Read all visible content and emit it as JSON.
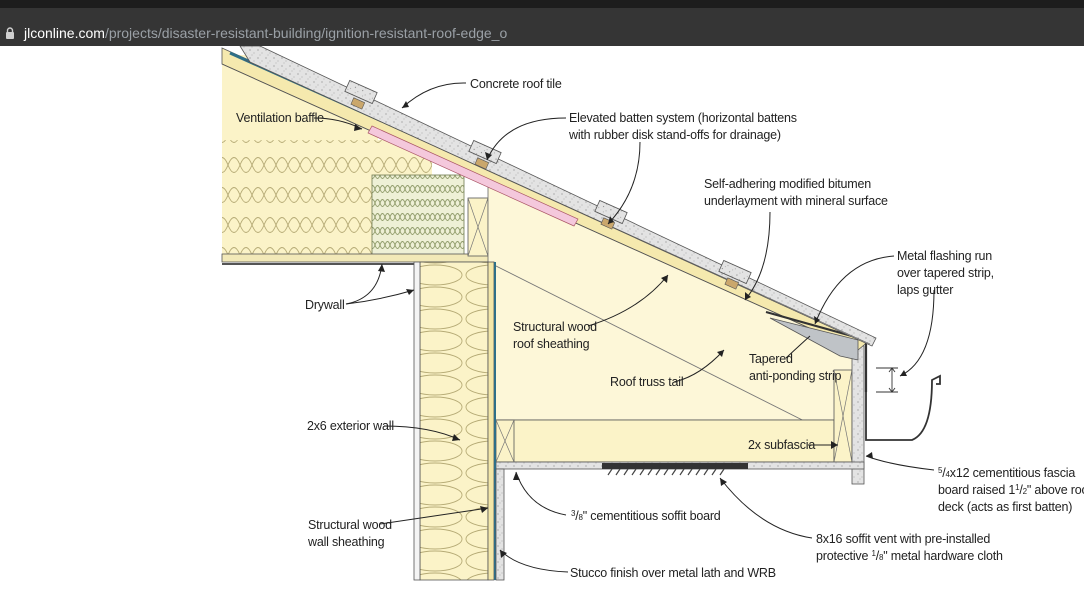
{
  "browser": {
    "url_host": "jlconline.com",
    "url_path": "/projects/disaster-resistant-building/ignition-resistant-roof-edge_o",
    "lock_icon": "lock-icon"
  },
  "diagram": {
    "labels": {
      "concrete_roof_tile": "Concrete roof tile",
      "ventilation_baffle": "Ventilation baffle",
      "elevated_batten_1": "Elevated batten system (horizontal battens",
      "elevated_batten_2": "with rubber disk stand-offs for drainage)",
      "underlayment_1": "Self-adhering modified bitumen",
      "underlayment_2": "underlayment with mineral surface",
      "metal_flashing_1": "Metal flashing run",
      "metal_flashing_2": "over tapered strip,",
      "metal_flashing_3": "laps gutter",
      "drywall": "Drywall",
      "roof_sheathing_1": "Structural wood",
      "roof_sheathing_2": "roof sheathing",
      "tapered_1": "Tapered",
      "tapered_2": "anti-ponding strip",
      "roof_truss_tail": "Roof truss tail",
      "exterior_wall": "2x6 exterior wall",
      "subfascia": "2x subfascia",
      "fascia_1_num": "5",
      "fascia_1_den": "4",
      "fascia_1_rest": "x12 cementitious fascia",
      "fascia_2_a": "board raised 1",
      "fascia_2_num": "1",
      "fascia_2_den": "2",
      "fascia_2_b": "\" above roof",
      "fascia_3": "deck (acts as first batten)",
      "soffit_board_num": "3",
      "soffit_board_den": "8",
      "soffit_board_rest": "\" cementitious soffit board",
      "wall_sheathing_1": "Structural wood",
      "wall_sheathing_2": "wall sheathing",
      "soffit_vent_1": "8x16 soffit vent with pre-installed",
      "soffit_vent_2_a": "protective ",
      "soffit_vent_2_num": "1",
      "soffit_vent_2_den": "8",
      "soffit_vent_2_b": "\" metal hardware cloth",
      "stucco": "Stucco finish over metal lath and WRB"
    }
  }
}
